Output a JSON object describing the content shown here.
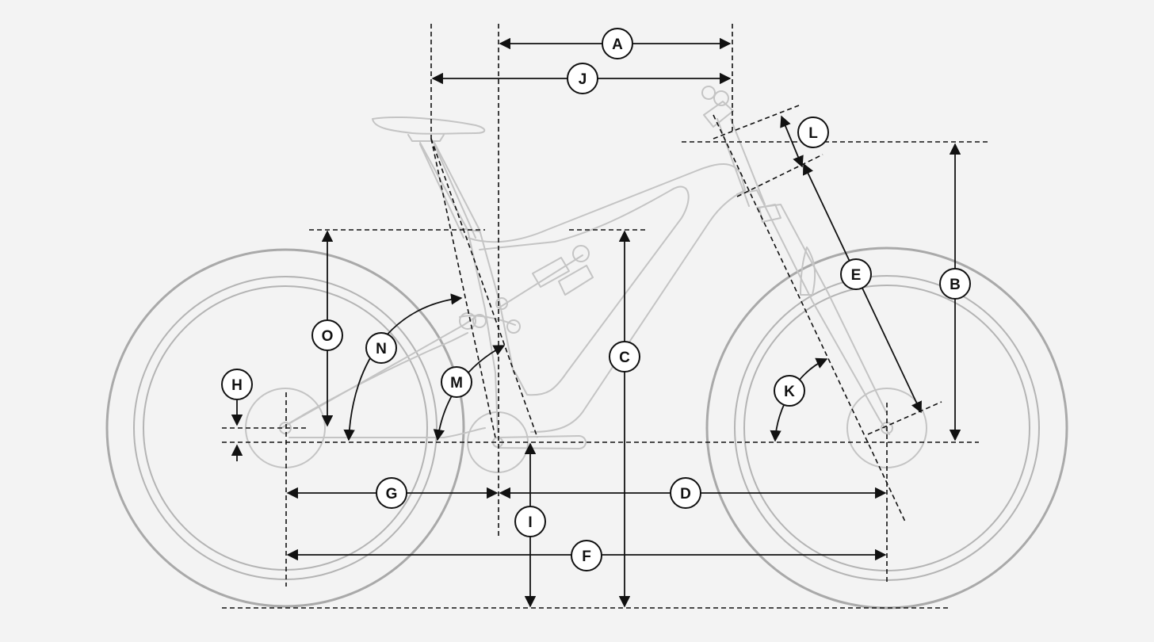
{
  "labels": {
    "A": "A",
    "B": "B",
    "C": "C",
    "D": "D",
    "E": "E",
    "F": "F",
    "G": "G",
    "H": "H",
    "I": "I",
    "J": "J",
    "K": "K",
    "L": "L",
    "M": "M",
    "N": "N",
    "O": "O"
  },
  "colors": {
    "background": "#f3f3f3",
    "frame_line": "#c4c4c4",
    "tire_line": "#a9a9a9",
    "dimension_line": "#111111",
    "badge_fill": "#ffffff"
  }
}
